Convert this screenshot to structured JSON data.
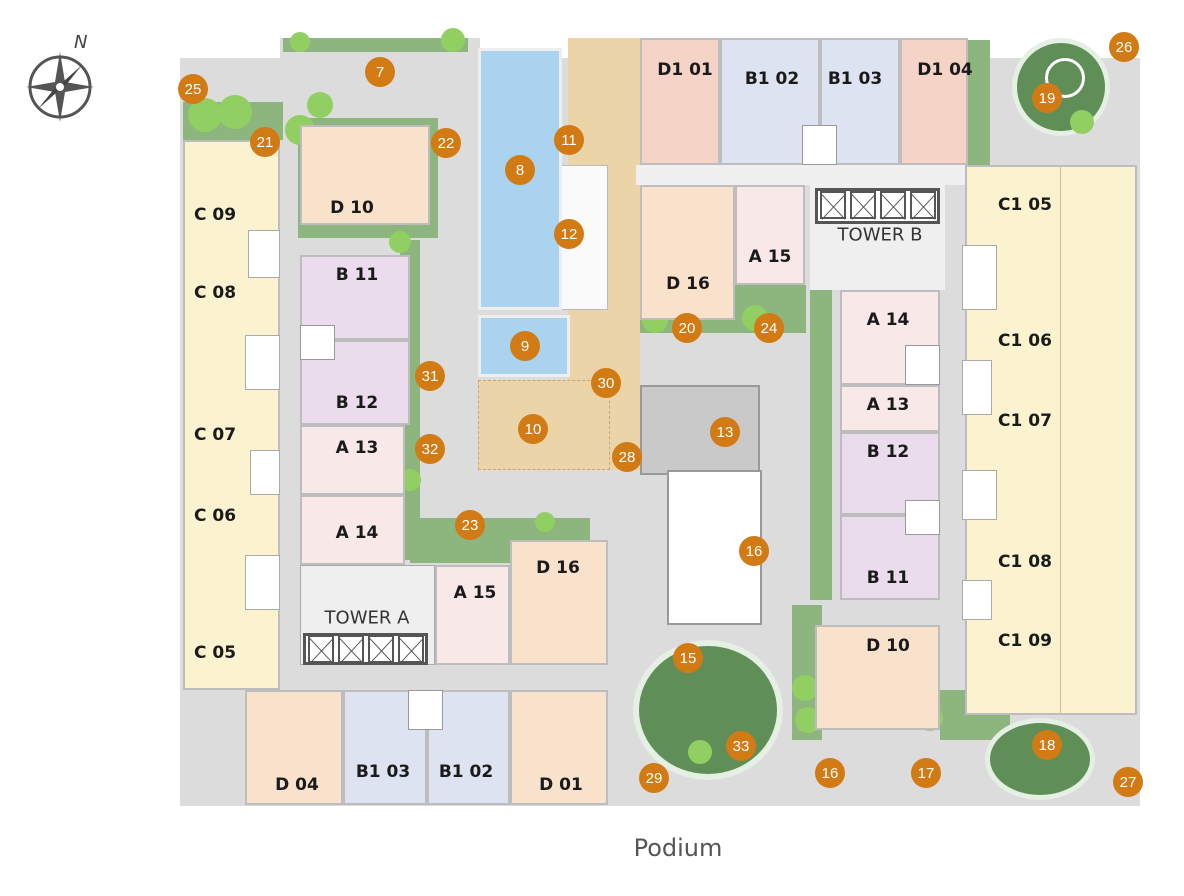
{
  "title": "Podium",
  "compass": {
    "label": "N"
  },
  "towers": [
    "TOWER A",
    "TOWER B"
  ],
  "units": [
    "C 09",
    "C 08",
    "C 07",
    "C 06",
    "C 05",
    "D 10",
    "B 11",
    "B 12",
    "A 13",
    "A 14",
    "A 15",
    "D 16",
    "D 04",
    "B1 03",
    "B1 02",
    "D 01",
    "D1 01",
    "B1 02",
    "B1 03",
    "D1 04",
    "D 16",
    "A 15",
    "A 14",
    "A 13",
    "B 12",
    "B 11",
    "D 10",
    "C1 05",
    "C1 06",
    "C1 07",
    "C1 08",
    "C1 09"
  ],
  "markers": [
    "7",
    "25",
    "21",
    "22",
    "8",
    "11",
    "12",
    "9",
    "30",
    "10",
    "28",
    "31",
    "32",
    "23",
    "13",
    "16",
    "15",
    "33",
    "29",
    "16",
    "17",
    "18",
    "27",
    "20",
    "24",
    "19",
    "26"
  ],
  "colors": {
    "marker": "#d27a14",
    "pool": "#a9d3ef",
    "deck": "#ecd4a9",
    "ground": "#dcdcdc"
  }
}
